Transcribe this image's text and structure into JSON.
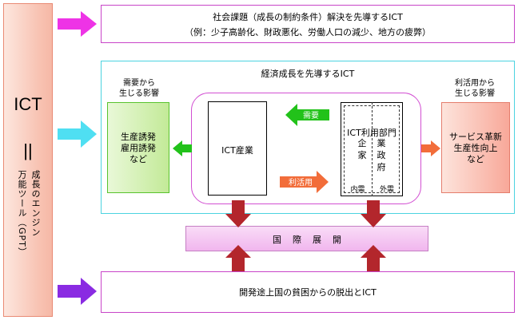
{
  "ict": {
    "title": "ICT",
    "equals": "||",
    "growth_engine": "成長のエンジン",
    "gpt": "万能ツール（GPT）"
  },
  "top": {
    "line1": "社会課題（成長の制約条件）解決を先導するICT",
    "line2": "（例：少子高齢化、財政悪化、労働人口の減少、地方の疲弊）"
  },
  "economic": {
    "title": "経済成長を先導するICT",
    "demand_label": "需要から\n生じる影響",
    "demand_box": "生産誘発\n雇用誘発\nなど",
    "util_label": "利活用から\n生じる影響",
    "util_box": "サービス革新\n生産性向上\nなど",
    "ict_industry": "ICT産業",
    "ict_user": {
      "title": "ICT利用部門",
      "firm": "企家",
      "gov": "業政府",
      "internal": "内需",
      "external": "外需"
    },
    "arrow_demand": "需要",
    "arrow_use": "利活用"
  },
  "international": "国際展開",
  "bottom": "開発途上国の貧困からの脱出とICT",
  "colors": {
    "magenta": "#ee33e6",
    "cyan": "#4fdff2",
    "purple": "#8a2be2",
    "green": "#22c21a",
    "orange": "#f26d3a",
    "dark_red": "#b3262c"
  }
}
